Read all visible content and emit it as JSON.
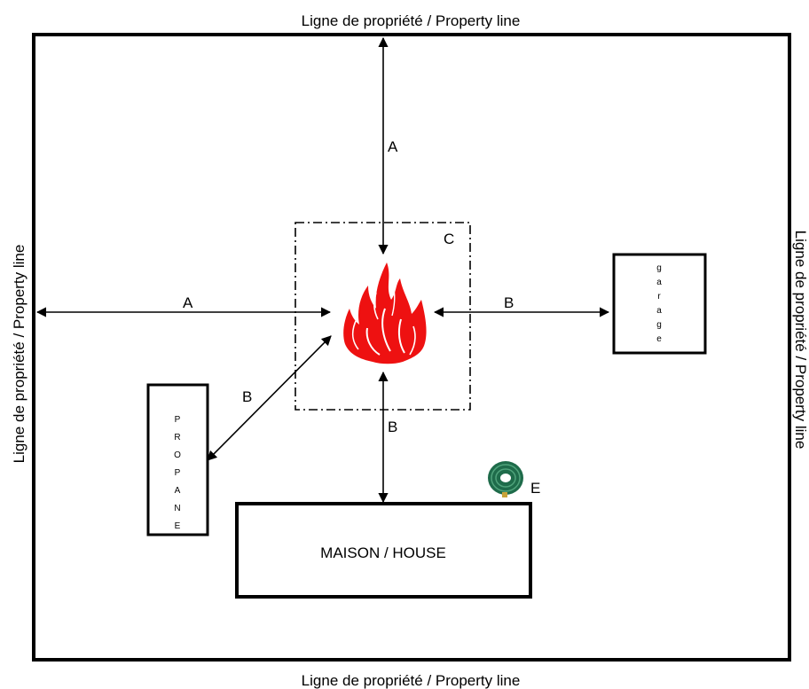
{
  "property_line": {
    "top": "Ligne de propriété / Property line",
    "bottom": "Ligne de propriété / Property line",
    "left": "Ligne de propriété / Property line",
    "right": "Ligne de propriété / Property line"
  },
  "distances": {
    "top_arrow": "A",
    "left_arrow": "A",
    "garage_arrow": "B",
    "propane_arrow": "B",
    "house_arrow": "B"
  },
  "zone_label": "C",
  "hose_label": "E",
  "garage": {
    "letters": [
      "g",
      "a",
      "r",
      "a",
      "g",
      "e"
    ]
  },
  "propane": {
    "letters": [
      "P",
      "R",
      "O",
      "P",
      "A",
      "N",
      "E"
    ]
  },
  "house_label": "MAISON / HOUSE",
  "colors": {
    "fire": "#ee1111",
    "hose": "#1e6b4a",
    "line": "#000000"
  },
  "icons": {
    "fire": "fire-icon",
    "hose": "garden-hose-icon"
  }
}
